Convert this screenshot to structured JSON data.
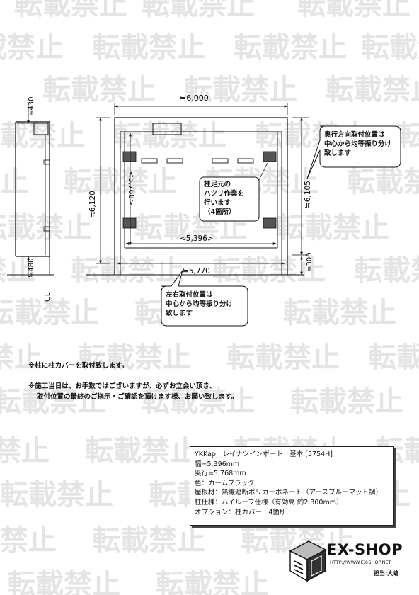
{
  "watermark": {
    "text": "転載禁止"
  },
  "drawing": {
    "dim_overall_width": "≒6,000",
    "dim_inner_width": "<5,396>",
    "dim_post_span": "≒5,770",
    "dim_height_left": "≒6,120",
    "dim_inner_depth": "<5,768>",
    "dim_height_right": "≒6,105",
    "dim_side_top": "≒430",
    "dim_side_bottom": "≒480",
    "dim_right_bottom": "≒300",
    "gl_label": "GL"
  },
  "callouts": {
    "depth_mount": [
      "奥行方向取付位置は",
      "中心から均等振り分け",
      "致します"
    ],
    "post_chip": [
      "柱足元の",
      "ハツリ作業を",
      "行います",
      "（4箇所）"
    ],
    "side_mount": [
      "左右取付位置は",
      "中心から均等振り分け",
      "致します"
    ]
  },
  "notes": {
    "note1": "※柱に柱カバーを取付致します。",
    "note2a": "※施工当日は、お手数ではございますが、必ずお立会い頂き、",
    "note2b": "取付位置の最終のご指示・ご確認を頂けます様、お願い致します。"
  },
  "spec": {
    "title": "YKKap　レイナツインポート　基本 [5754H]",
    "width": "幅=5,396mm",
    "depth": "奥行=5,768mm",
    "color": "色：カームブラック",
    "roof": "屋根材：熱線遮断ポリカーボネート（アースブルーマット調）",
    "pillar": "柱仕様：ハイルーフ仕様（有効高 約2,300mm）",
    "option": "オプション：柱カバー　4箇所"
  },
  "logo": {
    "brand": "EX-SHOP",
    "url": "HTTP://WWW.EX-SHOP.NET",
    "staff": "担当:大嶋"
  }
}
